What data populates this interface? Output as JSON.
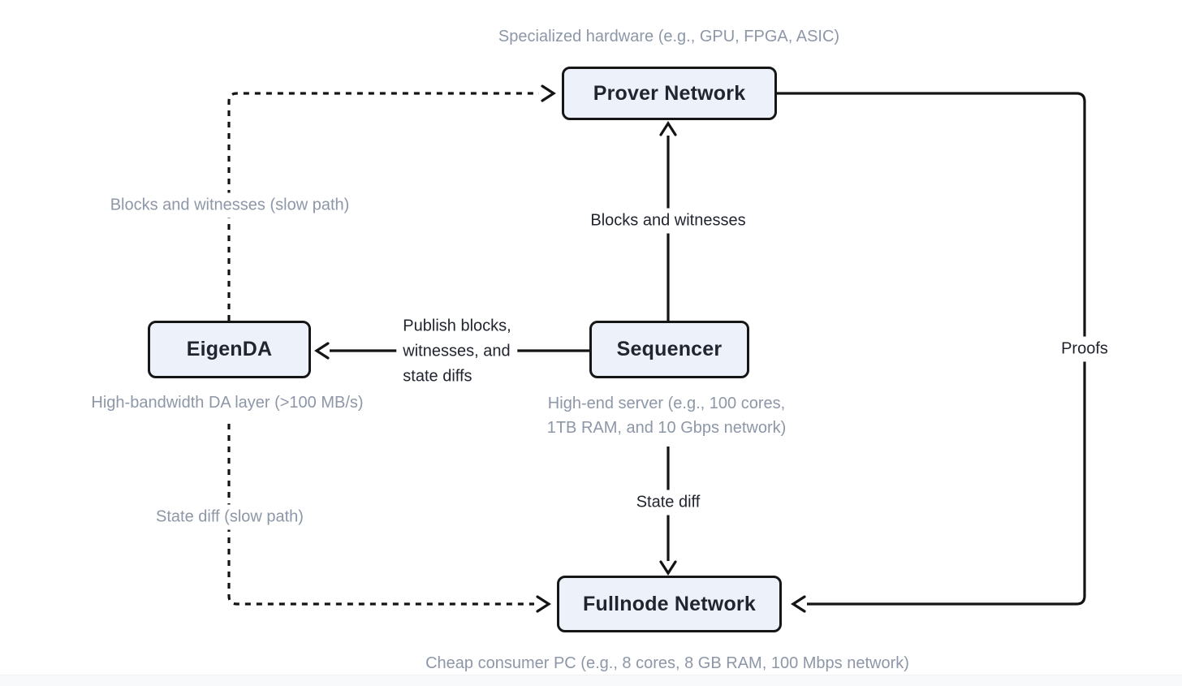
{
  "diagram": {
    "nodes": {
      "prover": {
        "label": "Prover Network"
      },
      "eigenda": {
        "label": "EigenDA"
      },
      "sequencer": {
        "label": "Sequencer"
      },
      "fullnode": {
        "label": "Fullnode Network"
      }
    },
    "captions": {
      "prover": "Specialized hardware (e.g., GPU, FPGA, ASIC)",
      "eigenda": "High-bandwidth DA layer (>100 MB/s)",
      "sequencer_line1": "High-end server (e.g., 100 cores,",
      "sequencer_line2": "1TB RAM, and 10 Gbps network)",
      "fullnode": "Cheap consumer PC (e.g., 8 cores, 8 GB RAM, 100 Mbps network)"
    },
    "edge_labels": {
      "sequencer_to_prover": "Blocks and witnesses",
      "sequencer_to_eigenda_line1": "Publish blocks,",
      "sequencer_to_eigenda_line2": "witnesses, and",
      "sequencer_to_eigenda_line3": "state diffs",
      "sequencer_to_fullnode": "State diff",
      "prover_to_fullnode": "Proofs",
      "eigenda_to_prover": "Blocks and witnesses (slow path)",
      "eigenda_to_fullnode": "State diff (slow path)"
    },
    "colors": {
      "node_fill": "#edf1fa",
      "node_border": "#161616",
      "node_text": "#21252f",
      "caption_text": "#8d97a7",
      "edge_label_text": "#21252f",
      "edge_stroke": "#141414",
      "background": "#ffffff"
    }
  }
}
